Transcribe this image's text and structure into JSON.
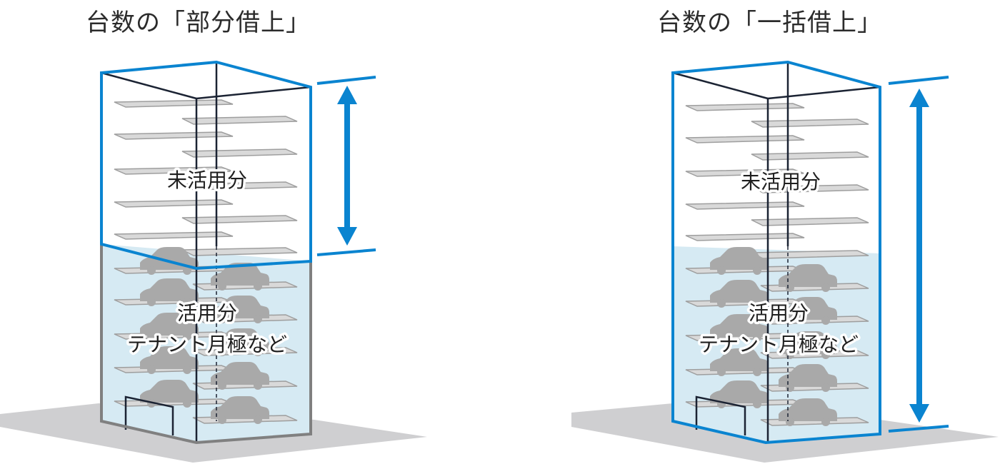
{
  "diagram": {
    "left": {
      "title": "台数の「部分借上」",
      "unused_label": "未活用分",
      "used_label_line1": "活用分",
      "used_label_line2": "テナント月極など"
    },
    "right": {
      "title": "台数の「一括借上」",
      "unused_label": "未活用分",
      "used_label_line1": "活用分",
      "used_label_line2": "テナント月極など"
    },
    "colors": {
      "accent_blue": "#0a84d0",
      "used_fill": "#d6eaf3",
      "frame_gray": "#808080",
      "ground": "#cfcfd1",
      "car": "#a9a9a9",
      "shelf": "#d9d9d9",
      "edge": "#1b2333"
    }
  }
}
